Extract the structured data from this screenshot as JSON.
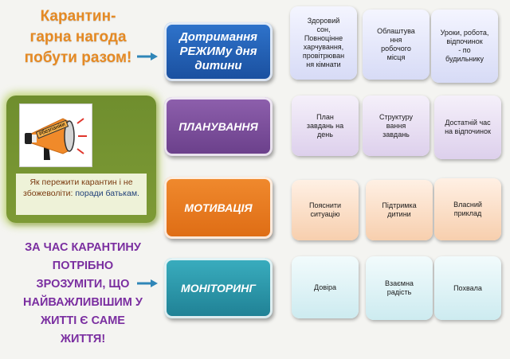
{
  "title": "Карантин-\nгарна нагода\nпобути разом!",
  "card": {
    "badge": "#безпаніки",
    "caption_line1": "Як пережити карантин і не збожеволіти:",
    "caption_line2": "поради батькам."
  },
  "bottom_text": "ЗА ЧАС КАРАНТИНУ\nПОТРІБНО\nЗРОЗУМІТИ, ЩО\nНАЙВАЖЛИВІШИМ У\nЖИТТІ Є САМЕ\nЖИТТЯ!",
  "rows": [
    {
      "label": "Дотримання\nРЕЖИМу дня\nдитини",
      "items": [
        "Здоровий\nсон,\nПовноцінне\nхарчування,\nпровітрюван\nня кімнати",
        "Облаштува\nння\nробочого\nмісця",
        "Уроки, робота,\nвідпочинок\n- по\nбудильнику"
      ]
    },
    {
      "label": "ПЛАНУВАННЯ",
      "items": [
        "План\nзавдань на\nдень",
        "Структуру\nвання\nзавдань",
        "Достатній час\nна відпочинок"
      ]
    },
    {
      "label": "МОТИВАЦІЯ",
      "items": [
        "Пояснити\nситуацію",
        "Підтримка\nдитини",
        "Власний\nприклад"
      ]
    },
    {
      "label": "МОНІТОРИНГ",
      "items": [
        "Довіра",
        "Взаємна\nрадість",
        "Похвала"
      ]
    }
  ],
  "colors": {
    "title": "#e58a24",
    "bottom_text": "#7a2ea0",
    "row_main": [
      "#1f5fb8",
      "#7a4a9a",
      "#e8761f",
      "#2a9ab0"
    ],
    "row_sub": [
      "#e6e8fb",
      "#e8dff2",
      "#fbe2cf",
      "#dcf2f5"
    ],
    "arrow": "#2f86b8"
  }
}
